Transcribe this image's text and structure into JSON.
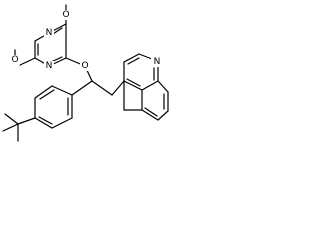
{
  "molecule": {
    "atoms": [
      {
        "id": "methoxy_top_c",
        "label": ""
      },
      {
        "id": "methoxy_top_o",
        "label": "O"
      },
      {
        "id": "methoxy_left_c",
        "label": ""
      },
      {
        "id": "methoxy_left_o",
        "label": "O"
      },
      {
        "id": "pyrimidine_n_top",
        "label": "N"
      },
      {
        "id": "pyrimidine_n_bottom",
        "label": "N"
      },
      {
        "id": "ether_o",
        "label": "O"
      },
      {
        "id": "quinoline_n",
        "label": "N"
      }
    ]
  },
  "colors": {
    "bond": "#000000",
    "label": "#000000",
    "background": "#ffffff"
  }
}
